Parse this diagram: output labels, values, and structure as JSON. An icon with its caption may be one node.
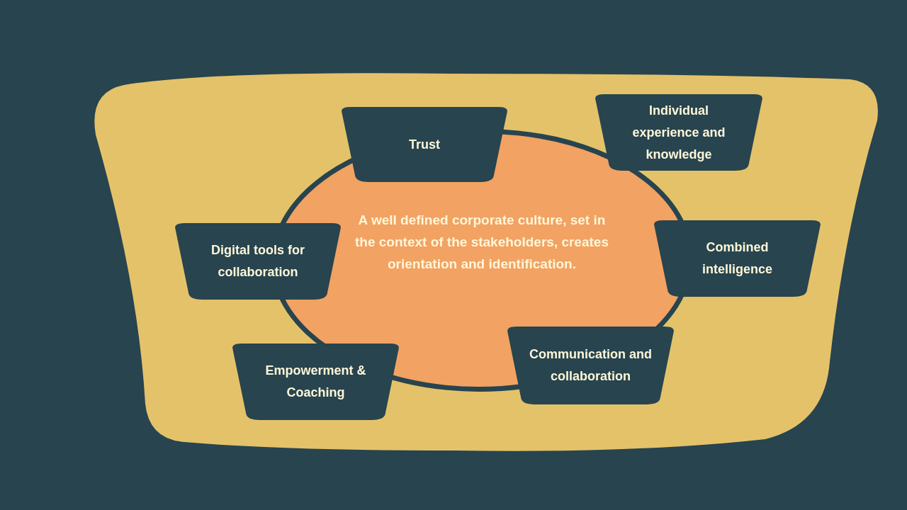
{
  "diagram": {
    "nodes": [
      {
        "text": [
          "A well defined corporate culture, set in the context of the stakeholders, creates orientation and identification."
        ]
      },
      {
        "text": [
          "Trust"
        ]
      },
      {
        "text": [
          "Individual experience and knowledge"
        ]
      },
      {
        "text": [
          "Digital tools for collaboration"
        ]
      },
      {
        "text": [
          "Combined intelligence"
        ]
      },
      {
        "text": [
          "Empowerment & Coaching"
        ]
      },
      {
        "text": [
          "Communication and collaboration"
        ]
      }
    ],
    "edges": []
  }
}
